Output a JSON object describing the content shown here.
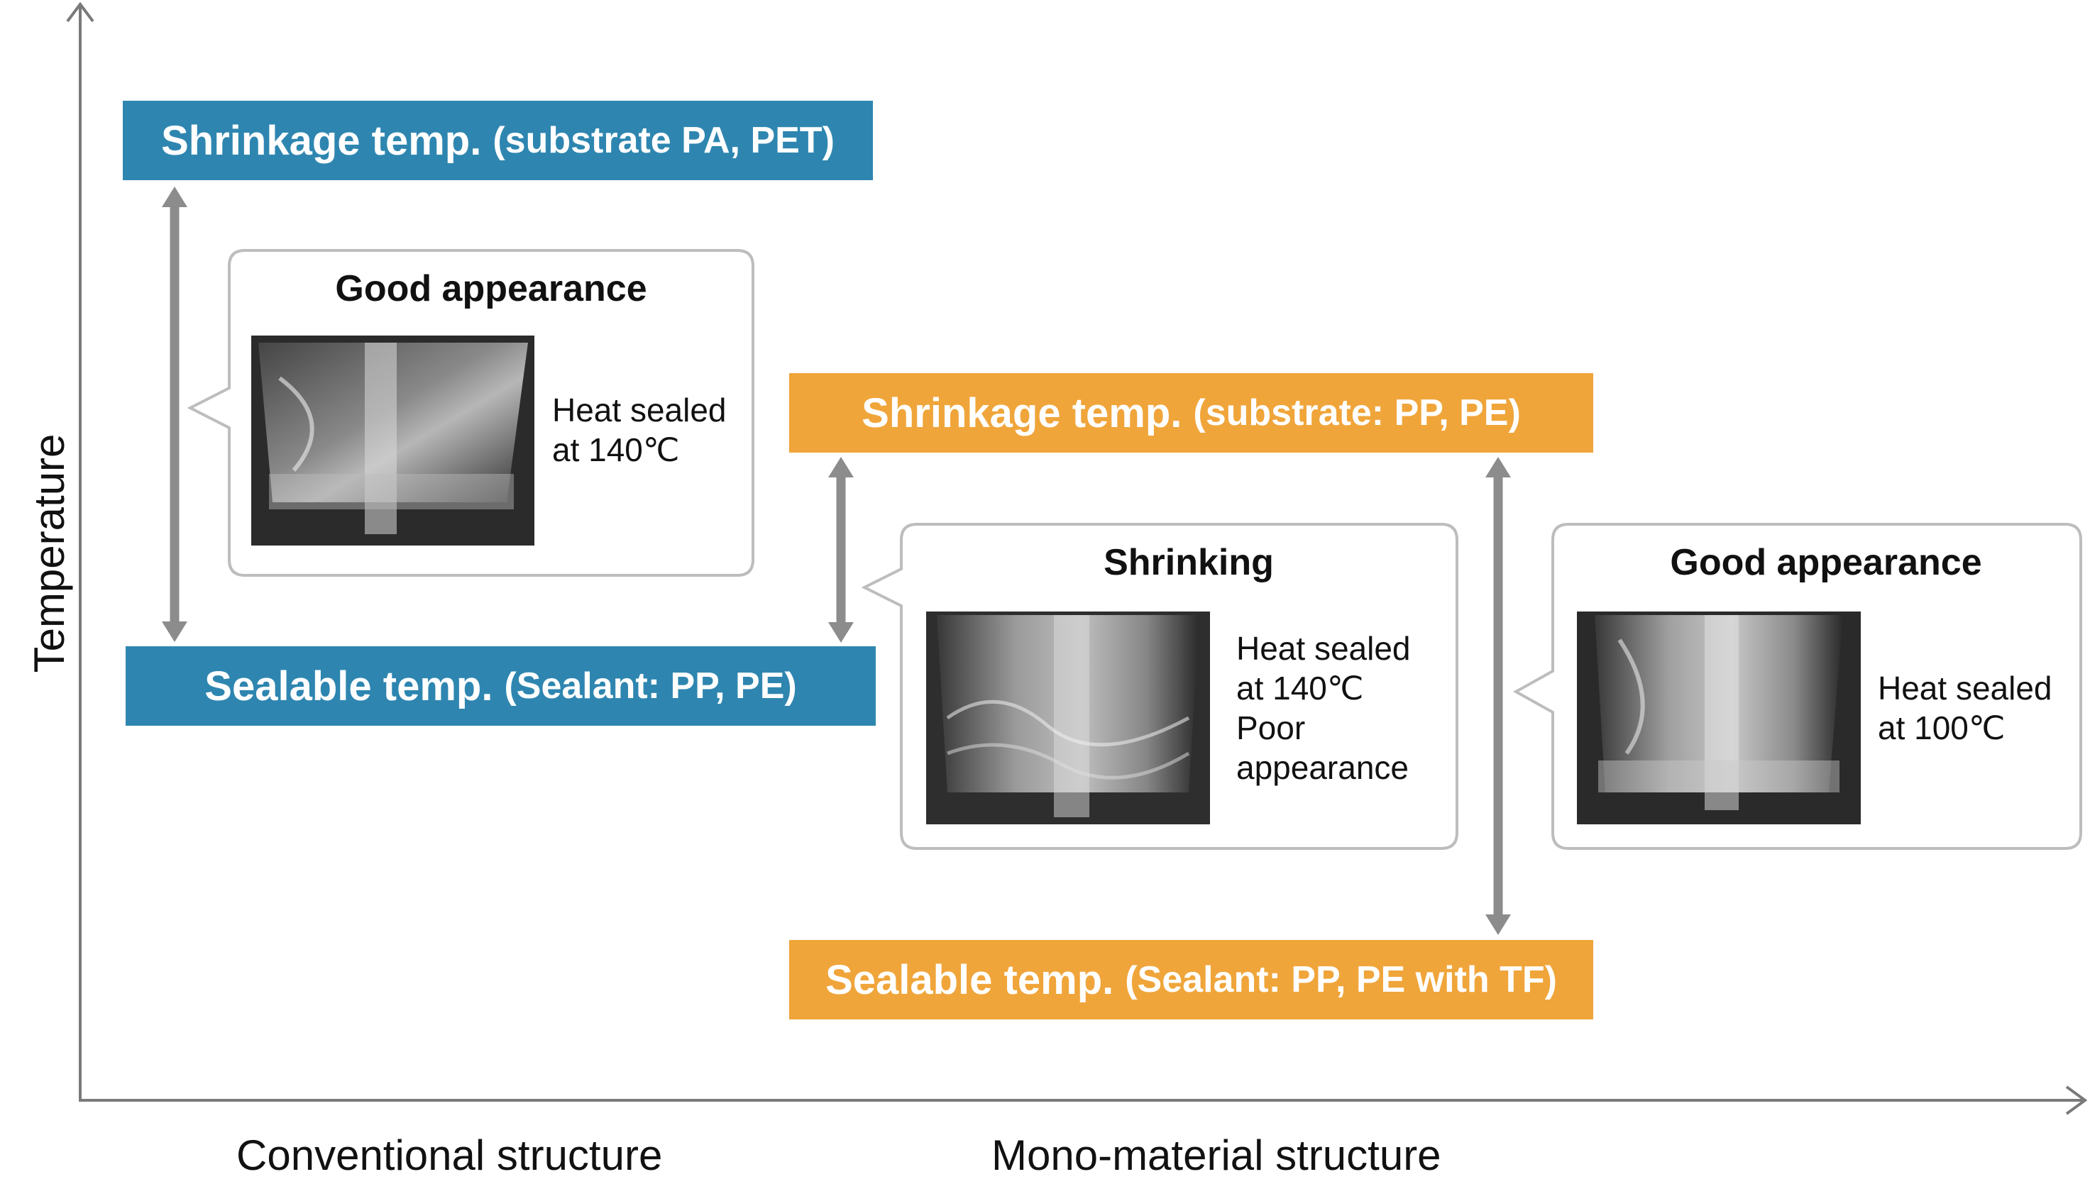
{
  "axes": {
    "y_label": "Temperature",
    "x_labels": [
      "Conventional structure",
      "Mono-material structure"
    ]
  },
  "conventional": {
    "shrink_bar": {
      "head": "Shrinkage temp.",
      "sub": "(substrate PA, PET)"
    },
    "seal_bar": {
      "head": "Sealable temp.",
      "sub": "(Sealant: PP, PE)"
    },
    "callout": {
      "title": "Good appearance",
      "text": "Heat sealed\nat 140℃",
      "photo": "heat-sealed-pouch-photo"
    }
  },
  "mono": {
    "shrink_bar": {
      "head": "Shrinkage temp.",
      "sub": "(substrate: PP, PE)"
    },
    "seal_bar": {
      "head": "Sealable temp.",
      "sub": "(Sealant: PP, PE with TF)"
    },
    "callout_shrinking": {
      "title": "Shrinking",
      "text": "Heat sealed\nat 140℃\nPoor\nappearance",
      "photo": "shrunk-pouch-photo"
    },
    "callout_good": {
      "title": "Good appearance",
      "text": "Heat sealed\nat 100℃",
      "photo": "heat-sealed-pouch-photo"
    }
  },
  "colors": {
    "blue": "#2e86b0",
    "orange": "#f0a53a",
    "arrow": "#8c8c8c",
    "axis": "#7a7a7a",
    "bubble_border": "#bdbdbd"
  }
}
